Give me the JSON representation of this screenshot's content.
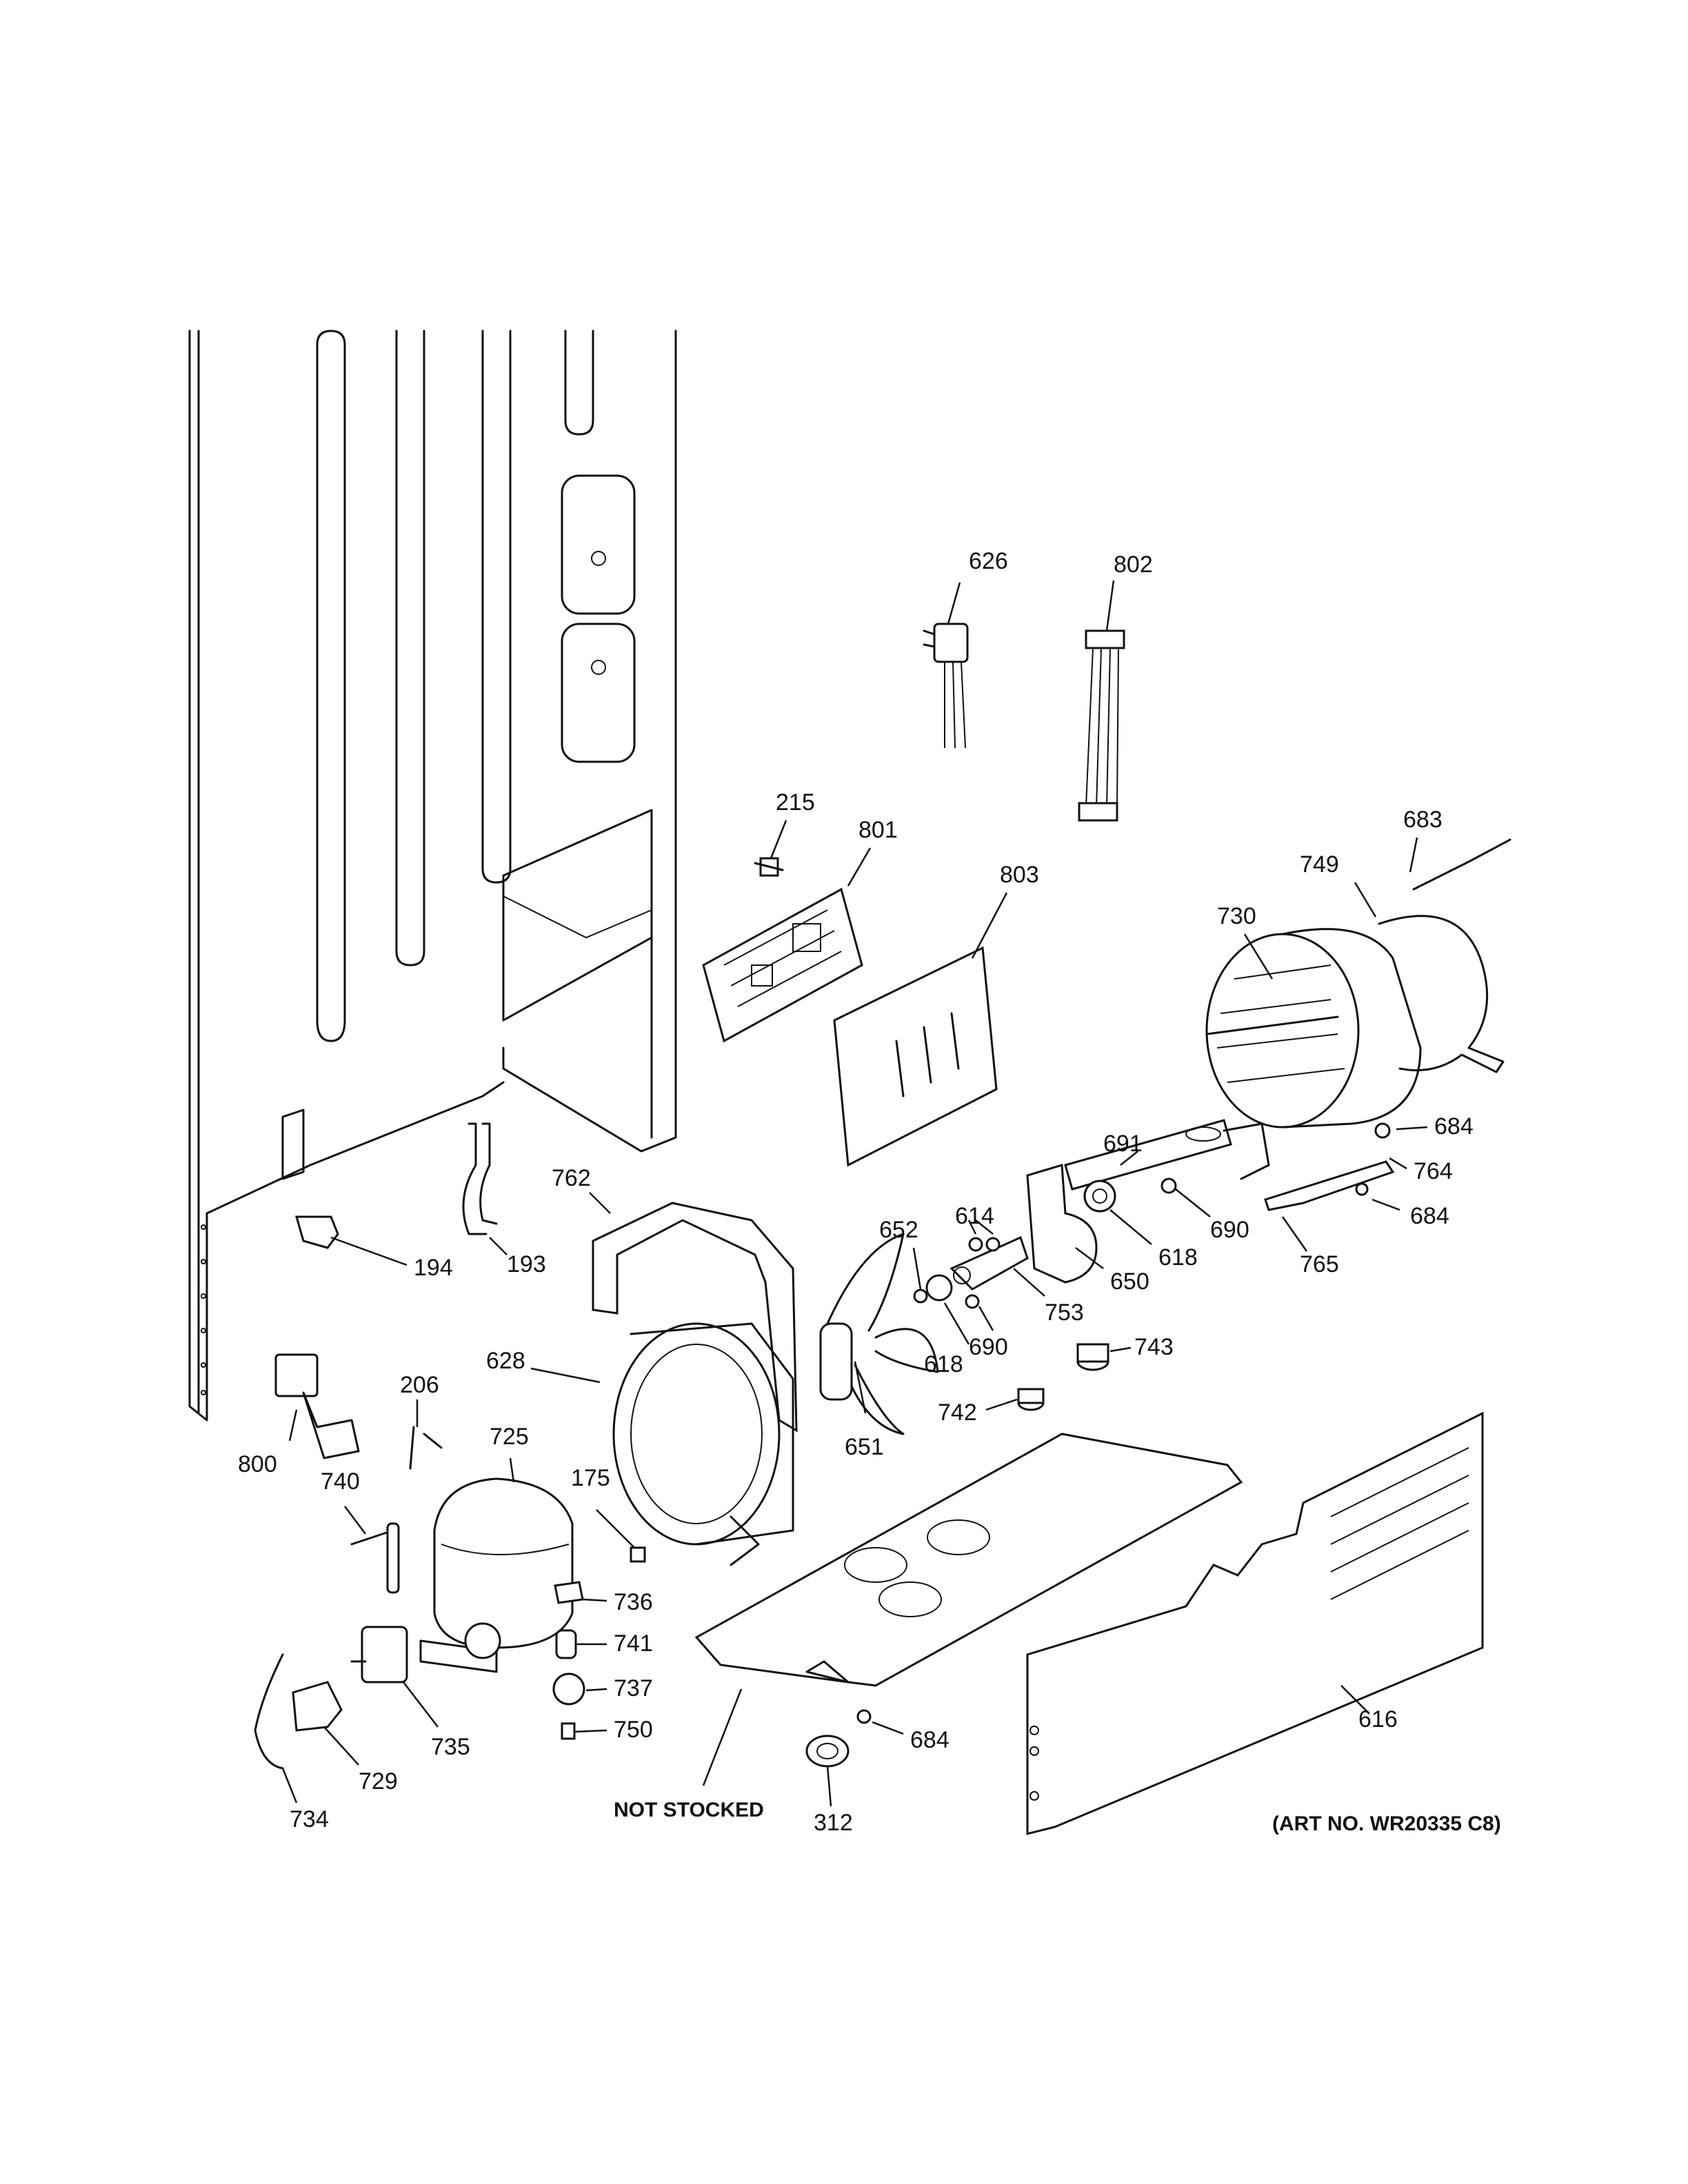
{
  "diagram": {
    "callouts": [
      {
        "id": "626",
        "label": "626"
      },
      {
        "id": "802",
        "label": "802"
      },
      {
        "id": "215",
        "label": "215"
      },
      {
        "id": "801",
        "label": "801"
      },
      {
        "id": "803",
        "label": "803"
      },
      {
        "id": "683",
        "label": "683"
      },
      {
        "id": "749",
        "label": "749"
      },
      {
        "id": "730",
        "label": "730"
      },
      {
        "id": "691",
        "label": "691"
      },
      {
        "id": "684a",
        "label": "684"
      },
      {
        "id": "764",
        "label": "764"
      },
      {
        "id": "684b",
        "label": "684"
      },
      {
        "id": "765",
        "label": "765"
      },
      {
        "id": "690a",
        "label": "690"
      },
      {
        "id": "618a",
        "label": "618"
      },
      {
        "id": "650",
        "label": "650"
      },
      {
        "id": "614",
        "label": "614"
      },
      {
        "id": "753",
        "label": "753"
      },
      {
        "id": "652",
        "label": "652"
      },
      {
        "id": "690b",
        "label": "690"
      },
      {
        "id": "618b",
        "label": "618"
      },
      {
        "id": "743",
        "label": "743"
      },
      {
        "id": "742",
        "label": "742"
      },
      {
        "id": "762",
        "label": "762"
      },
      {
        "id": "651",
        "label": "651"
      },
      {
        "id": "628",
        "label": "628"
      },
      {
        "id": "194",
        "label": "194"
      },
      {
        "id": "193",
        "label": "193"
      },
      {
        "id": "206",
        "label": "206"
      },
      {
        "id": "725",
        "label": "725"
      },
      {
        "id": "800",
        "label": "800"
      },
      {
        "id": "740",
        "label": "740"
      },
      {
        "id": "175",
        "label": "175"
      },
      {
        "id": "736",
        "label": "736"
      },
      {
        "id": "741",
        "label": "741"
      },
      {
        "id": "737",
        "label": "737"
      },
      {
        "id": "750",
        "label": "750"
      },
      {
        "id": "735",
        "label": "735"
      },
      {
        "id": "729",
        "label": "729"
      },
      {
        "id": "734",
        "label": "734"
      },
      {
        "id": "684c",
        "label": "684"
      },
      {
        "id": "312",
        "label": "312"
      },
      {
        "id": "616",
        "label": "616"
      }
    ],
    "not_stocked_label": "NOT STOCKED",
    "art_number": "(ART NO. WR20335 C8)"
  }
}
